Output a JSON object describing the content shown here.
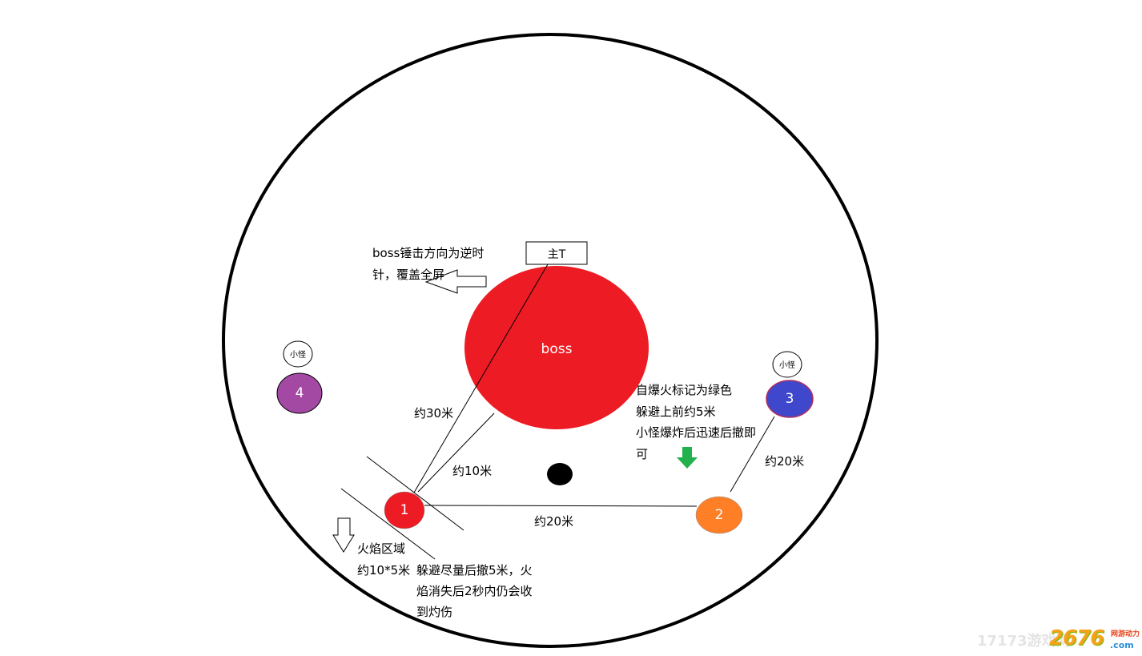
{
  "boss_label": "boss",
  "main_tank_label": "主T",
  "hammer_note": [
    "boss锤击方向为逆时",
    "针，覆盖全屏"
  ],
  "markers": [
    {
      "id": "1",
      "label": "1",
      "color": "#ed1c24"
    },
    {
      "id": "2",
      "label": "2",
      "color": "#ff7f27"
    },
    {
      "id": "3",
      "label": "3",
      "color": "#3f48cc"
    },
    {
      "id": "4",
      "label": "4",
      "color": "#a349a4"
    }
  ],
  "minion_label": "小怪",
  "distances": {
    "to_tank": "约30米",
    "to_boss": "约10米",
    "between_1_2": "约20米",
    "between_2_3": "约20米"
  },
  "self_destruct_note": [
    "自爆火标记为绿色",
    "躲避上前约5米",
    "小怪爆炸后迅速后撤即",
    "可"
  ],
  "flame_area": [
    "火焰区域",
    "约10*5米"
  ],
  "flame_note": [
    "躲避尽量后撤5米，火",
    "焰消失后2秒内仍会收",
    "到灼伤"
  ],
  "watermark": {
    "brand": "2676",
    "sub": "网游动力",
    "domain": ".com",
    "faint": "17173游戏网"
  },
  "colors": {
    "boss": "#ed1c24",
    "green_arrow": "#22b14c",
    "black_dot": "#000000"
  }
}
